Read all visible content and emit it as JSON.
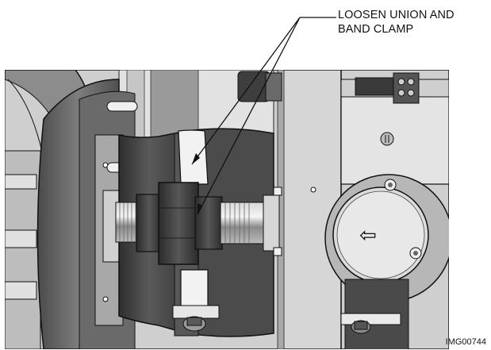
{
  "callout": {
    "line1": "LOOSEN UNION AND",
    "line2": "BAND CLAMP"
  },
  "image_id": "IMG00744",
  "arrow_glyph": "⇦",
  "colors": {
    "metal_dark": "#3a3a3a",
    "metal_mid": "#6e6e6e",
    "metal_light": "#bdbdbd",
    "panel": "#d9d9d9",
    "outline": "#111111"
  }
}
